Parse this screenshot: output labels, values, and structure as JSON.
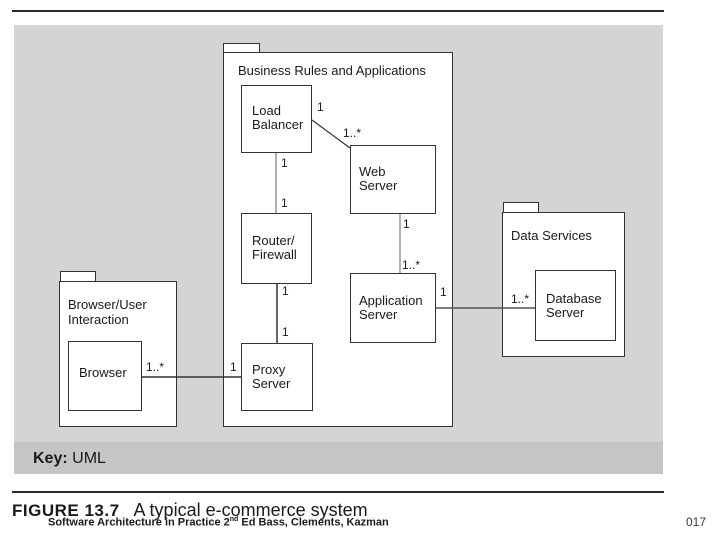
{
  "packages": {
    "business": {
      "label": "Business Rules and Applications"
    },
    "browser_user": {
      "label_line1": "Browser/User",
      "label_line2": "Interaction"
    },
    "data_services": {
      "label": "Data Services"
    }
  },
  "nodes": {
    "load_balancer": {
      "line1": "Load",
      "line2": "Balancer"
    },
    "router_firewall": {
      "line1": "Router/",
      "line2": "Firewall"
    },
    "proxy_server": {
      "line1": "Proxy",
      "line2": "Server"
    },
    "web_server": {
      "line1": "Web",
      "line2": "Server"
    },
    "application_server": {
      "line1": "Application",
      "line2": "Server"
    },
    "browser": {
      "line1": "Browser"
    },
    "database_server": {
      "line1": "Database",
      "line2": "Server"
    }
  },
  "multiplicities": {
    "lb_web_lb": "1",
    "lb_web_web": "1..*",
    "lb_router_lb": "1",
    "lb_router_router": "1",
    "web_app_web": "1",
    "web_app_app": "1..*",
    "router_proxy_router": "1",
    "router_proxy_proxy": "1",
    "browser_proxy_browser": "1..*",
    "browser_proxy_proxy": "1",
    "app_db_app": "1",
    "app_db_db": "1..*"
  },
  "key": {
    "label": "Key:",
    "value": "UML"
  },
  "figure": {
    "number": "FIGURE 13.7",
    "title": "A typical e-commerce system"
  },
  "credit": {
    "pre": "Software Architecture in Practice 2",
    "sup": "nd",
    "post": " Ed  Bass, Clements, Kazman"
  },
  "page_number": "017",
  "colors": {
    "panel": "#d4d4d4",
    "key_bar": "#c5c5c5",
    "line": "#333333"
  }
}
